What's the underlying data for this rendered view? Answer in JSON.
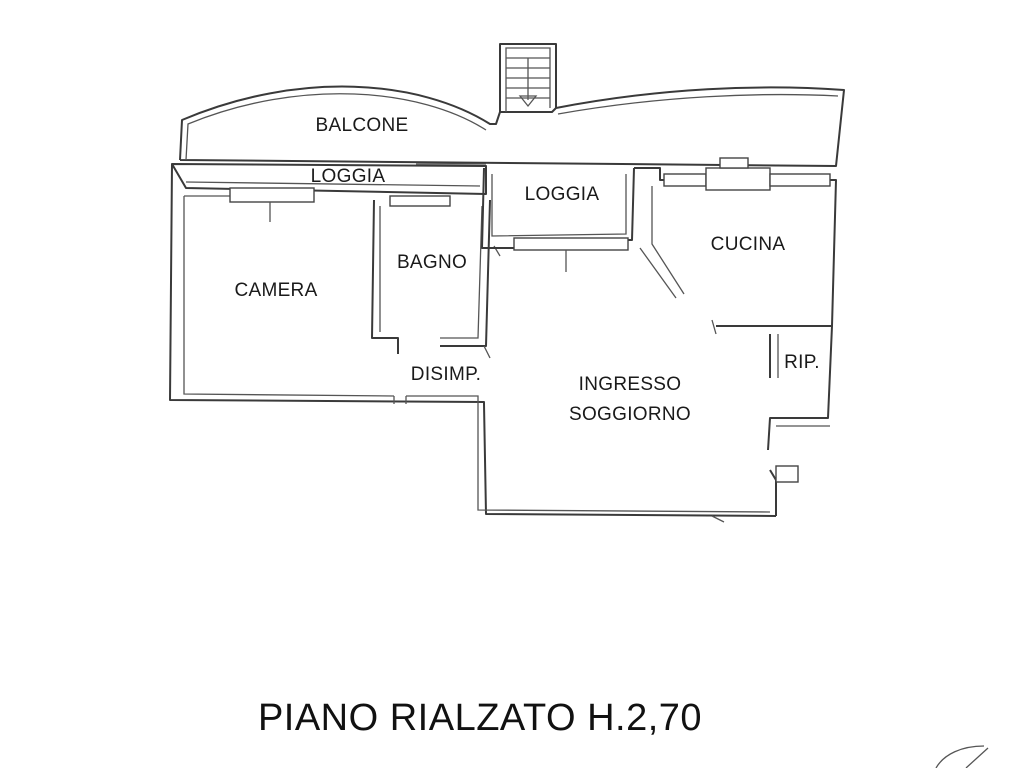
{
  "rooms": {
    "balcone": "BALCONE",
    "loggia_left": "LOGGIA",
    "loggia_center": "LOGGIA",
    "cucina": "CUCINA",
    "bagno": "BAGNO",
    "camera": "CAMERA",
    "disimpegno": "DISIMP.",
    "ripostiglio": "RIP.",
    "ingresso_line1": "INGRESSO",
    "ingresso_line2": "SOGGIORNO"
  },
  "floor": {
    "title": "PIANO RIALZATO H.2,70"
  },
  "colors": {
    "walls": "#3a3a3a",
    "background": "#ffffff",
    "text": "#1a1a1a"
  }
}
